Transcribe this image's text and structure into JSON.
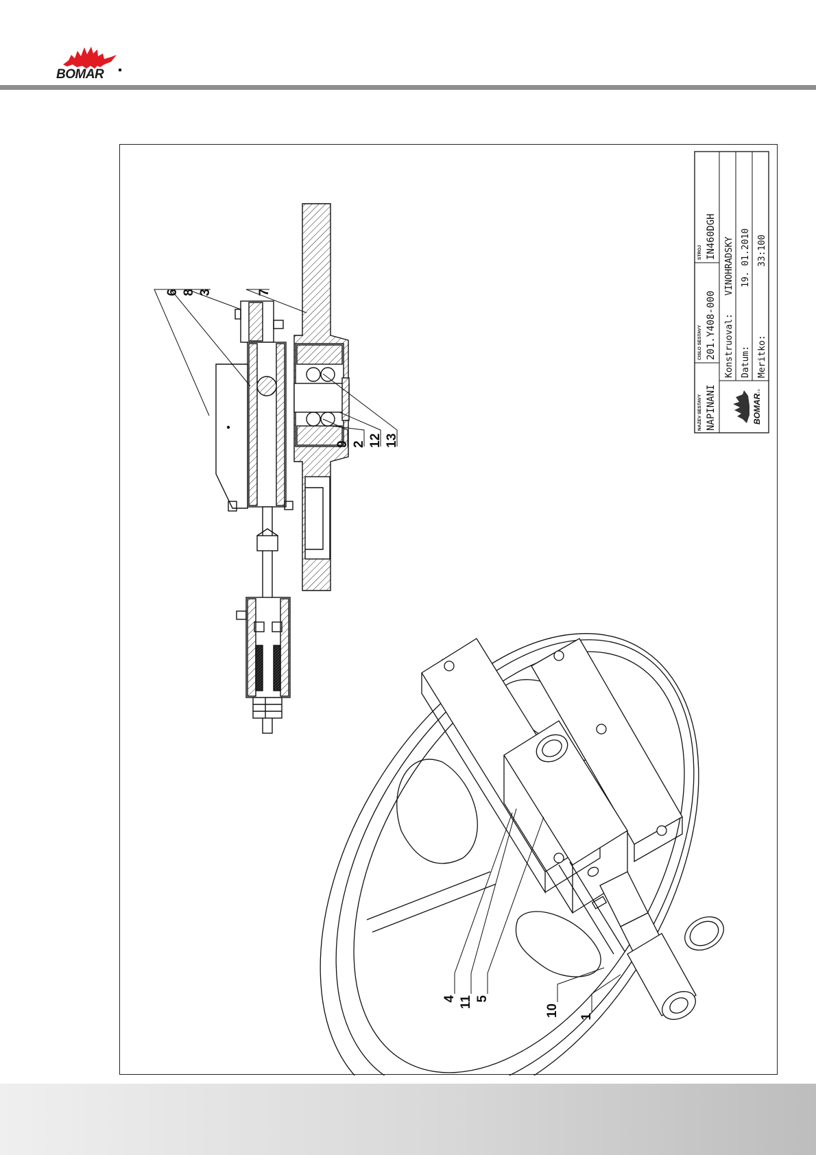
{
  "brand": {
    "logo_text": "BOMAR"
  },
  "callouts": [
    "6",
    "8",
    "3",
    "7",
    "9",
    "2",
    "12",
    "13",
    "4",
    "11",
    "5",
    "10",
    "1"
  ],
  "title_block": {
    "nazev_label": "NAZEV SESTAVY",
    "nazev_value": "NAPINANI",
    "cislo_label": "CISLO SESTAVY",
    "cislo_value": "201.Y408-000",
    "stroj_label": "STROJ",
    "stroj_value": "IN460DGH",
    "konstruoval_label": "Konstruoval:",
    "konstruoval_value": "VINOHRADSKY",
    "datum_label": "Datum:",
    "datum_value": "19. 01.2010",
    "meritko_label": "Meritko:",
    "meritko_value": "33:100",
    "logo_text": "BOMAR",
    "logo_suffix": "s.r.o."
  }
}
